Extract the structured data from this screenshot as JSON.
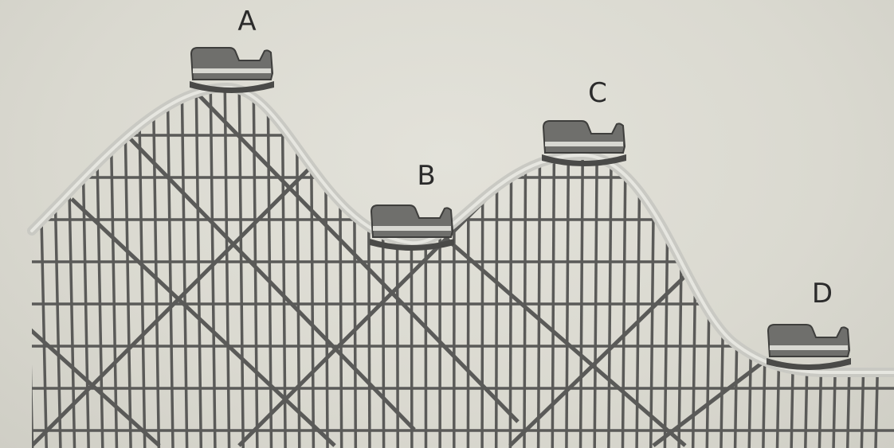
{
  "figure": {
    "cars": [
      {
        "label": "A"
      },
      {
        "label": "B"
      },
      {
        "label": "C"
      },
      {
        "label": "D"
      }
    ]
  },
  "colors": {
    "background": "#dcdbd3",
    "structure": "#5a5a58",
    "track": "#c9c9c3",
    "car": "#6f6f6c"
  }
}
